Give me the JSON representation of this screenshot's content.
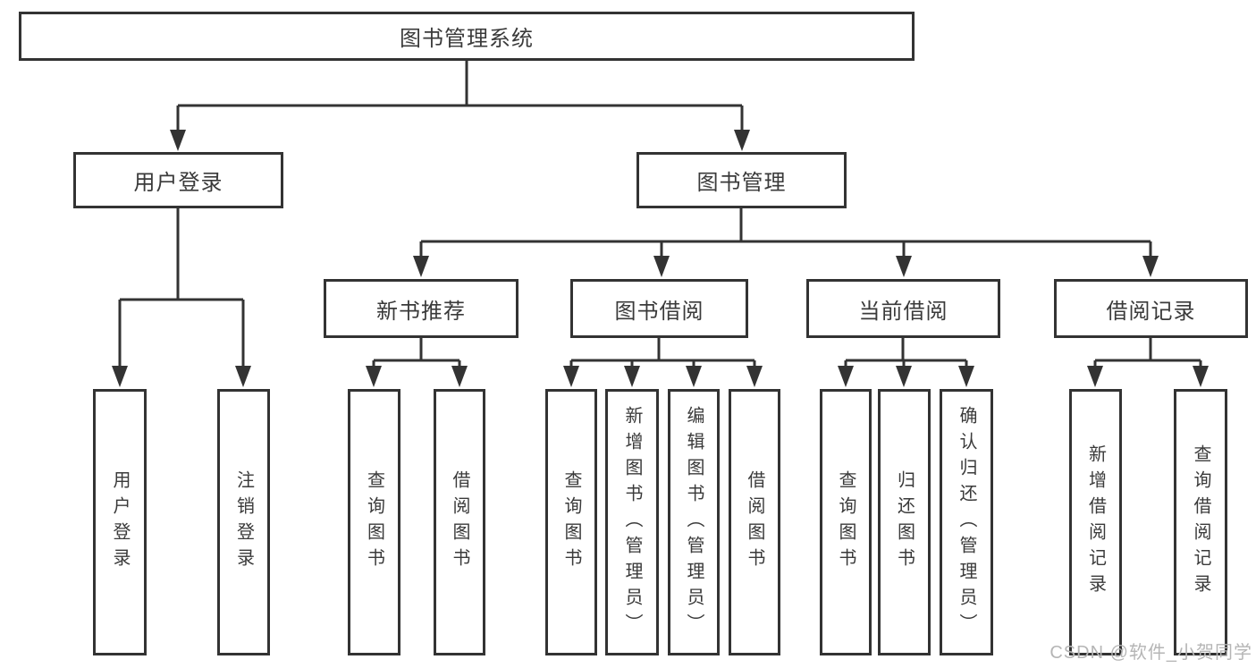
{
  "diagram": {
    "root": {
      "label": "图书管理系统"
    },
    "login": {
      "label": "用户登录",
      "children": [
        {
          "label": "用户登录"
        },
        {
          "label": "注销登录"
        }
      ]
    },
    "management": {
      "label": "图书管理",
      "children": [
        {
          "label": "新书推荐",
          "children": [
            {
              "label": "查询图书"
            },
            {
              "label": "借阅图书"
            }
          ]
        },
        {
          "label": "图书借阅",
          "children": [
            {
              "label": "查询图书"
            },
            {
              "label": "新增图书（管理员）"
            },
            {
              "label": "编辑图书（管理员）"
            },
            {
              "label": "借阅图书"
            }
          ]
        },
        {
          "label": "当前借阅",
          "children": [
            {
              "label": "查询图书"
            },
            {
              "label": "归还图书"
            },
            {
              "label": "确认归还（管理员）"
            }
          ]
        },
        {
          "label": "借阅记录",
          "children": [
            {
              "label": "新增借阅记录"
            },
            {
              "label": "查询借阅记录"
            }
          ]
        }
      ]
    }
  },
  "watermark": {
    "text": "CSDN @软件_小贺同学"
  },
  "colors": {
    "line": "#333333",
    "text": "#3a3a3a",
    "watermark": "#b5b5b5",
    "background": "#ffffff"
  }
}
